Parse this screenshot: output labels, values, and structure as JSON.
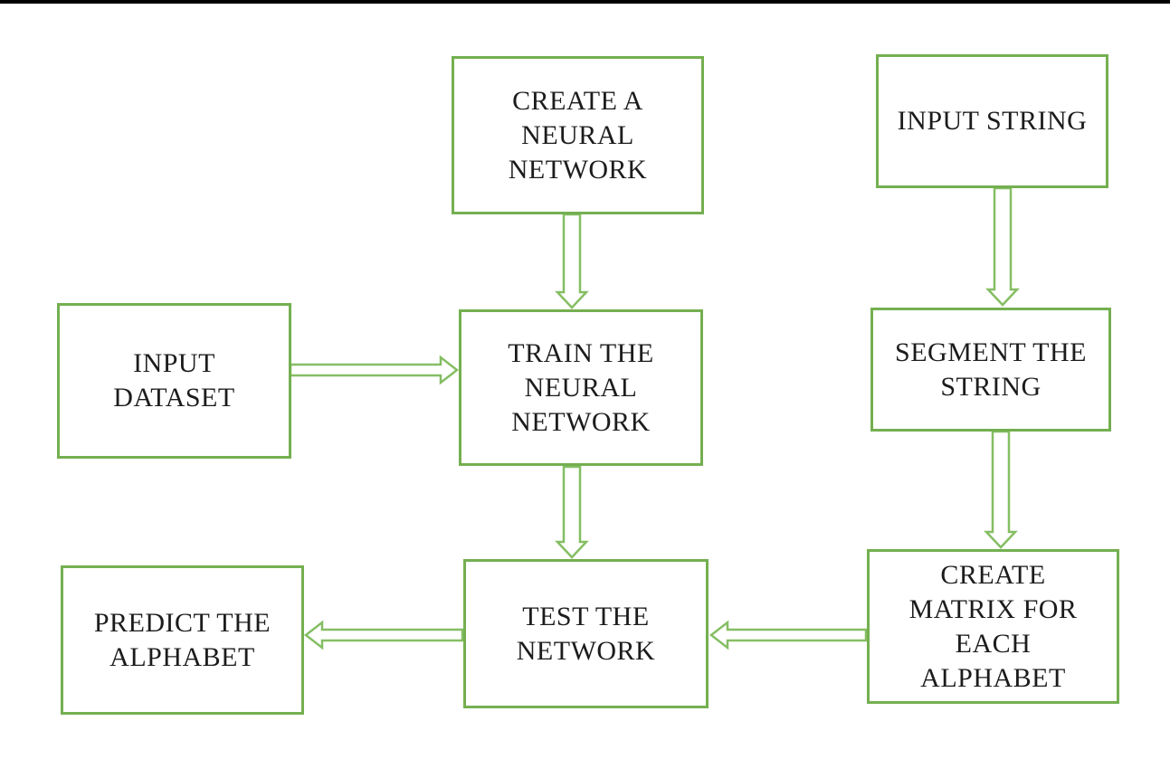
{
  "page": {
    "background": "#ffffff",
    "description": "Flowchart of neural network training and alphabet prediction pipeline"
  },
  "colors": {
    "box_border": "#74AF50",
    "arrow_stroke": "#85BE63",
    "text_color": "#1c1c1c",
    "top_rule": "#000000"
  },
  "nodes": {
    "create_neural_network": {
      "label": "CREATE A\nNEURAL\nNETWORK"
    },
    "input_string": {
      "label": "INPUT STRING"
    },
    "input_dataset": {
      "label": "INPUT\nDATASET"
    },
    "train_neural_network": {
      "label": "TRAIN THE\nNEURAL\nNETWORK"
    },
    "segment_string": {
      "label": "SEGMENT THE\nSTRING"
    },
    "create_matrix": {
      "label": "CREATE\nMATRIX FOR\nEACH\nALPHABET"
    },
    "test_network": {
      "label": "TEST THE\nNETWORK"
    },
    "predict_alphabet": {
      "label": "PREDICT THE\nALPHABET"
    }
  },
  "edges": [
    {
      "from": "create_neural_network",
      "to": "train_neural_network",
      "direction": "down"
    },
    {
      "from": "input_string",
      "to": "segment_string",
      "direction": "down"
    },
    {
      "from": "input_dataset",
      "to": "train_neural_network",
      "direction": "right"
    },
    {
      "from": "train_neural_network",
      "to": "test_network",
      "direction": "down"
    },
    {
      "from": "segment_string",
      "to": "create_matrix",
      "direction": "down"
    },
    {
      "from": "create_matrix",
      "to": "test_network",
      "direction": "left"
    },
    {
      "from": "test_network",
      "to": "predict_alphabet",
      "direction": "left"
    }
  ]
}
